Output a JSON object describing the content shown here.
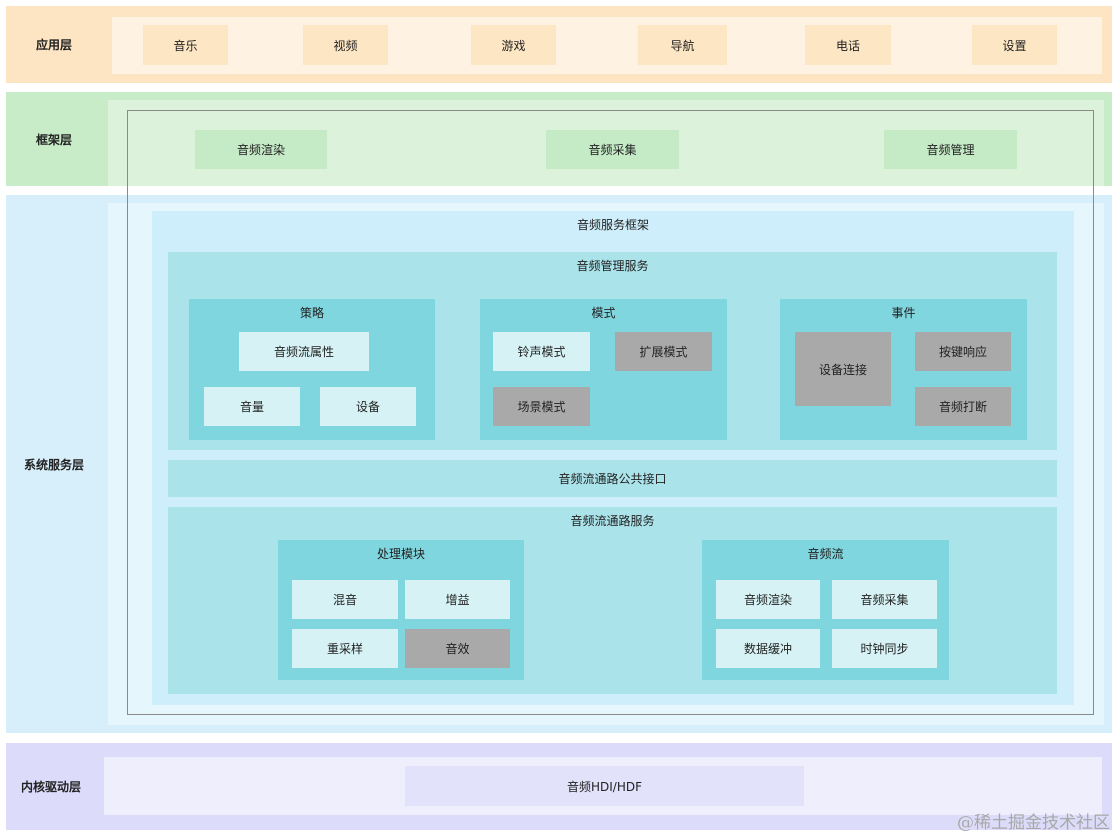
{
  "layers": {
    "app": {
      "label": "应用层",
      "items": [
        "音乐",
        "视频",
        "游戏",
        "导航",
        "电话",
        "设置"
      ]
    },
    "framework": {
      "label": "框架层",
      "items": [
        "音频渲染",
        "音频采集",
        "音频管理"
      ]
    },
    "system": {
      "label": "系统服务层"
    },
    "kernel": {
      "label": "内核驱动层",
      "hdi": "音频HDI/HDF"
    }
  },
  "audio_service_framework": {
    "title": "音频服务框架",
    "management": {
      "title": "音频管理服务",
      "policy": {
        "title": "策略",
        "stream_attr": "音频流属性",
        "volume": "音量",
        "device": "设备"
      },
      "mode": {
        "title": "模式",
        "ringtone": "铃声模式",
        "extended": "扩展模式",
        "scene": "场景模式"
      },
      "event": {
        "title": "事件",
        "device_connect": "设备连接",
        "key_response": "按键响应",
        "audio_interrupt": "音频打断"
      }
    },
    "common_interface": "音频流通路公共接口",
    "pipeline": {
      "title": "音频流通路服务",
      "processing": {
        "title": "处理模块",
        "mix": "混音",
        "gain": "增益",
        "resample": "重采样",
        "effect": "音效"
      },
      "stream": {
        "title": "音频流",
        "render": "音频渲染",
        "capture": "音频采集",
        "buffer": "数据缓冲",
        "clock_sync": "时钟同步"
      }
    }
  },
  "watermark": "@稀土掘金技术社区",
  "colors": {
    "app_outer": "#fde4c2",
    "app_inner": "#fef3e3",
    "app_item": "#fde6c4",
    "framework_outer": "#c8ebc8",
    "framework_inner": "#dcf2da",
    "framework_item": "#c5eac6",
    "system_outer": "#d7eefb",
    "system_inner": "#e6f6fd",
    "service_framework": "#cdeefa",
    "management": "#abe3ea",
    "module": "#7fd6df",
    "module_item_pale": "#d6f2f5",
    "module_item_gray": "#a9a9a9",
    "kernel_outer": "#dcdcfa",
    "kernel_inner": "#eeeefc",
    "kernel_item": "#e2e2fa"
  }
}
